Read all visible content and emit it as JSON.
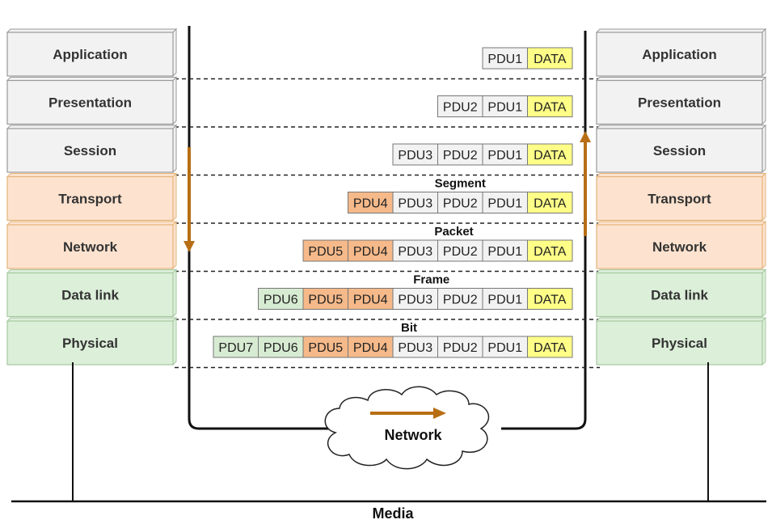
{
  "layers": [
    {
      "label": "Application",
      "group": "upper"
    },
    {
      "label": "Presentation",
      "group": "upper"
    },
    {
      "label": "Session",
      "group": "upper"
    },
    {
      "label": "Transport",
      "group": "middle"
    },
    {
      "label": "Network",
      "group": "middle"
    },
    {
      "label": "Data link",
      "group": "lower"
    },
    {
      "label": "Physical",
      "group": "lower"
    }
  ],
  "pdu_rows": [
    {
      "header": "",
      "cells": [
        {
          "text": "PDU1",
          "kind": "grey"
        },
        {
          "text": "DATA",
          "kind": "data"
        }
      ]
    },
    {
      "header": "",
      "cells": [
        {
          "text": "PDU2",
          "kind": "grey"
        },
        {
          "text": "PDU1",
          "kind": "grey"
        },
        {
          "text": "DATA",
          "kind": "data"
        }
      ]
    },
    {
      "header": "",
      "cells": [
        {
          "text": "PDU3",
          "kind": "grey"
        },
        {
          "text": "PDU2",
          "kind": "grey"
        },
        {
          "text": "PDU1",
          "kind": "grey"
        },
        {
          "text": "DATA",
          "kind": "data"
        }
      ]
    },
    {
      "header": "Segment",
      "cells": [
        {
          "text": "PDU4",
          "kind": "orange"
        },
        {
          "text": "PDU3",
          "kind": "grey"
        },
        {
          "text": "PDU2",
          "kind": "grey"
        },
        {
          "text": "PDU1",
          "kind": "grey"
        },
        {
          "text": "DATA",
          "kind": "data"
        }
      ]
    },
    {
      "header": "Packet",
      "cells": [
        {
          "text": "PDU5",
          "kind": "orange"
        },
        {
          "text": "PDU4",
          "kind": "orange"
        },
        {
          "text": "PDU3",
          "kind": "grey"
        },
        {
          "text": "PDU2",
          "kind": "grey"
        },
        {
          "text": "PDU1",
          "kind": "grey"
        },
        {
          "text": "DATA",
          "kind": "data"
        }
      ]
    },
    {
      "header": "Frame",
      "cells": [
        {
          "text": "PDU6",
          "kind": "green"
        },
        {
          "text": "PDU5",
          "kind": "orange"
        },
        {
          "text": "PDU4",
          "kind": "orange"
        },
        {
          "text": "PDU3",
          "kind": "grey"
        },
        {
          "text": "PDU2",
          "kind": "grey"
        },
        {
          "text": "PDU1",
          "kind": "grey"
        },
        {
          "text": "DATA",
          "kind": "data"
        }
      ]
    },
    {
      "header": "Bit",
      "cells": [
        {
          "text": "PDU7",
          "kind": "green"
        },
        {
          "text": "PDU6",
          "kind": "green"
        },
        {
          "text": "PDU5",
          "kind": "orange"
        },
        {
          "text": "PDU4",
          "kind": "orange"
        },
        {
          "text": "PDU3",
          "kind": "grey"
        },
        {
          "text": "PDU2",
          "kind": "grey"
        },
        {
          "text": "PDU1",
          "kind": "grey"
        },
        {
          "text": "DATA",
          "kind": "data"
        }
      ]
    }
  ],
  "cloud_label": "Network",
  "media_label": "Media",
  "colors": {
    "upper_fill": "#f2f2f2",
    "upper_stroke": "#9a9a9a",
    "middle_fill": "#fde3cf",
    "middle_stroke": "#e3b47a",
    "lower_fill": "#dcefd9",
    "lower_stroke": "#a6c8a1",
    "pdu_grey": "#f2f2f2",
    "pdu_orange": "#f5b98a",
    "pdu_green": "#d7ebd2",
    "pdu_data": "#ffff88",
    "arrow": "#b76e14"
  },
  "icons": {
    "down": "arrow-down-icon",
    "up": "arrow-up-icon",
    "right": "arrow-right-icon",
    "cloud": "cloud-icon"
  }
}
